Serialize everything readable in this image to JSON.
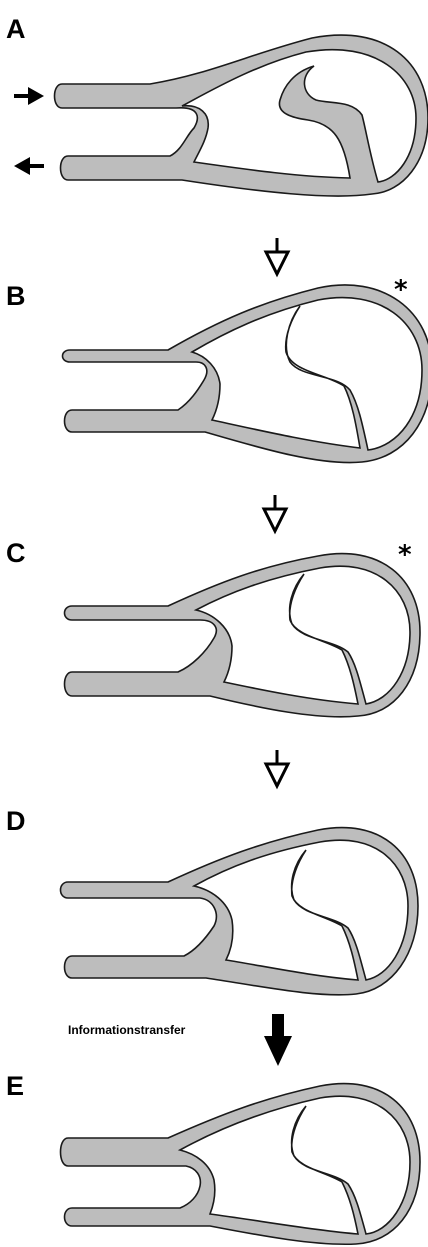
{
  "panels": [
    {
      "letter": "A"
    },
    {
      "letter": "B",
      "asterisk": "*"
    },
    {
      "letter": "C",
      "asterisk": "*"
    },
    {
      "letter": "D"
    },
    {
      "letter": "E"
    }
  ],
  "transfer_label": "Informationstransfer",
  "colors": {
    "wall_fill": "#bdbdbd",
    "outline": "#1a1a1a",
    "background": "#ffffff"
  }
}
